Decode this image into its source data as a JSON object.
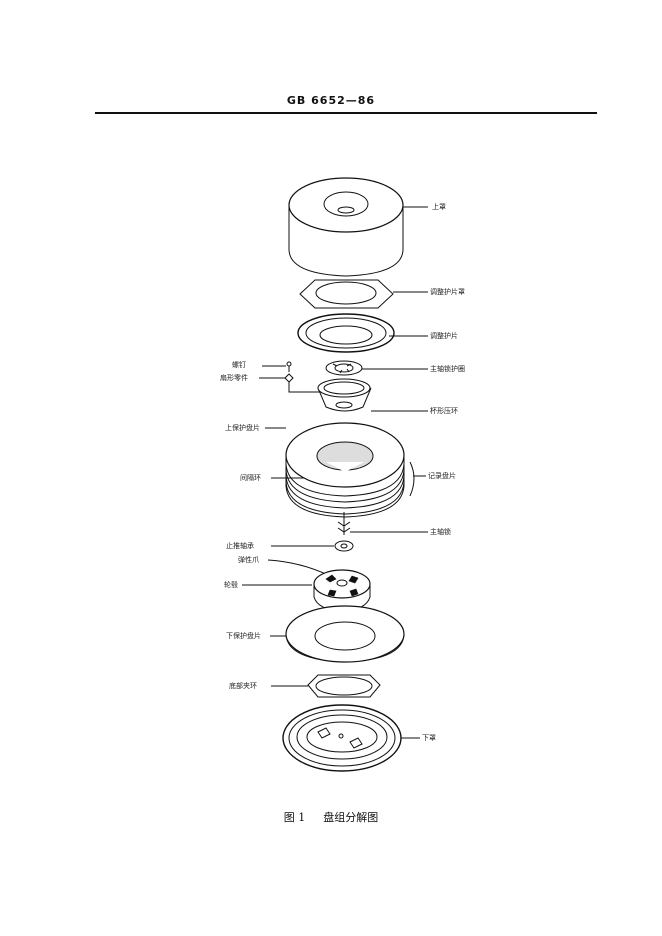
{
  "header": {
    "standard_number": "GB 6652—86"
  },
  "figure": {
    "labels": {
      "upper_cover": "上罩",
      "adjust_guard_cover": "调整护片罩",
      "adjust_guard": "调整护片",
      "spindle_lock_guard": "主轴锁护圈",
      "screw": "螺钉",
      "fan_part": "扇形零件",
      "cup_ring": "杯形压环",
      "upper_protect_disk": "上保护盘片",
      "spacer_ring": "间隔环",
      "recording_disks": "记录盘片",
      "spindle_lock": "主轴锁",
      "thrust_bearing": "止推轴承",
      "spring_claw": "弹性爪",
      "hub": "轮毂",
      "lower_protect_disk": "下保护盘片",
      "base_clamp_ring": "底部夹环",
      "lower_cover": "下罩"
    },
    "caption": {
      "number": "图 1",
      "title": "盘组分解图"
    }
  }
}
